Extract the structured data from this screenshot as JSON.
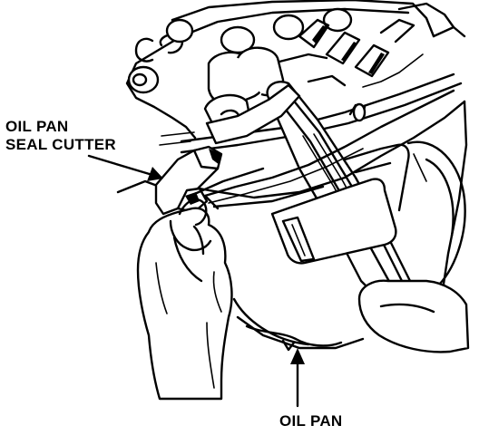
{
  "labels": {
    "seal_cutter_line1": "OIL PAN",
    "seal_cutter_line2": "SEAL CUTTER",
    "oil_pan": "OIL PAN"
  }
}
